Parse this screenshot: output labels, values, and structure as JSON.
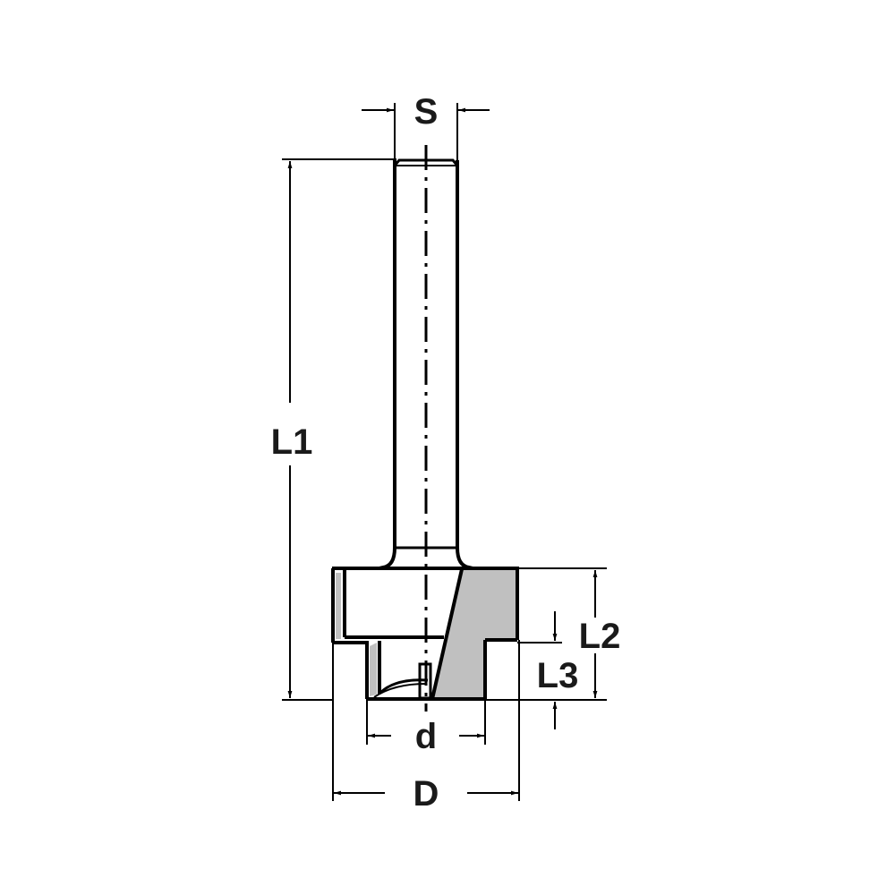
{
  "diagram": {
    "type": "router-bit-technical-drawing",
    "colors": {
      "line": "#000000",
      "fill_cutter": "#c0c0c0",
      "background": "#ffffff",
      "label": "#1a1a1a"
    },
    "labels": {
      "shank_diameter": "S",
      "total_length": "L1",
      "cutting_length": "L2",
      "step_length": "L3",
      "inner_diameter": "d",
      "cutting_diameter": "D"
    }
  }
}
